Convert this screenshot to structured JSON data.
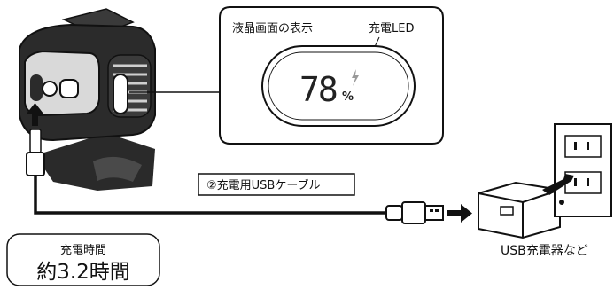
{
  "callout": {
    "screen_label": "液晶画面の表示",
    "led_label": "充電LED",
    "battery_value": "78",
    "battery_unit": "%"
  },
  "cable_label": "②充電用USBケーブル",
  "charger_label": "USB充電器など",
  "charge_time": {
    "title": "充電時間",
    "value": "約3.2時間"
  }
}
